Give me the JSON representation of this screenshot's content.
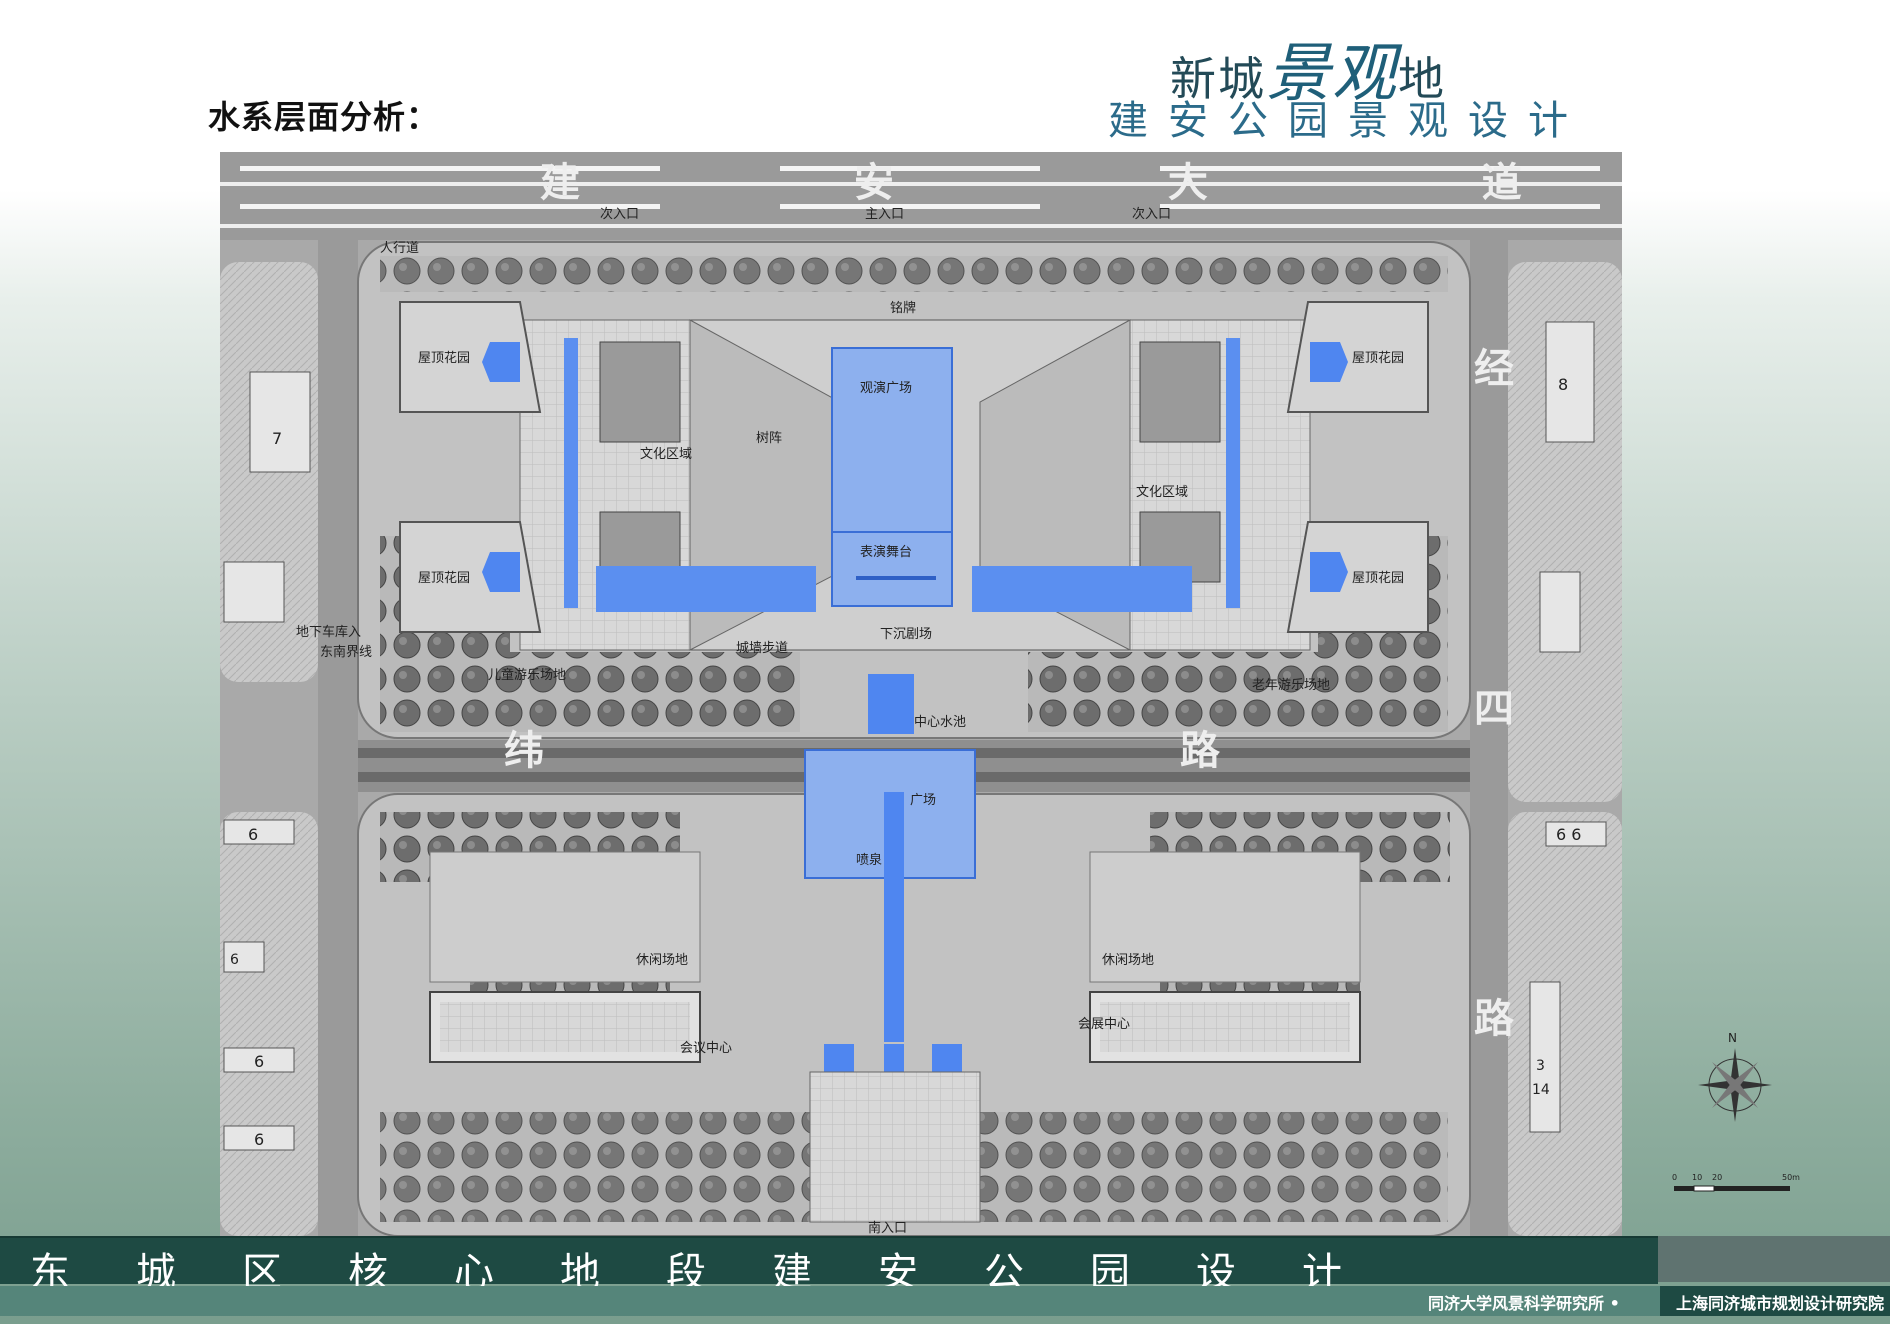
{
  "header": {
    "heading": "水系层面分析：",
    "brand_small": "新城",
    "brand_big": "景观",
    "brand_tail": "地",
    "project_title": "建安公园景观设计"
  },
  "roads": {
    "north": "建  安  大  道",
    "middle_left": "纬",
    "middle_right": "路",
    "east_1": "经",
    "east_2": "四",
    "east_3": "路"
  },
  "plan_labels": {
    "minor_entrance_left": "次入口",
    "main_entrance": "主入口",
    "minor_entrance_right": "次入口",
    "sidewalk": "人行道",
    "inscription_wall": "铭牌",
    "celebration_plaza": "观演广场",
    "performance_stage": "表演舞台",
    "roof_garden_nw": "屋顶花园",
    "roof_garden_sw": "屋顶花园",
    "roof_garden_ne": "屋顶花园",
    "roof_garden_se": "屋顶花园",
    "culture_zone_w": "文化区域",
    "culture_zone_e": "文化区域",
    "tree_array": "树阵",
    "sunken_plaza": "下沉剧场",
    "city_wall_walk": "城墙步道",
    "children_play": "儿童游乐场地",
    "elderly_play": "老年游乐场地",
    "underground_parking": "地下车库入",
    "east_boundary": "东南界线",
    "central_pond": "中心水池",
    "square": "广场",
    "fountain": "喷泉",
    "leisure_w": "休闲场地",
    "leisure_e": "休闲场地",
    "conference_center": "会议中心",
    "exhibition_center": "会展中心",
    "south_entrance": "南入口",
    "building_7": "7",
    "building_8": "8",
    "building_6a": "6",
    "building_6b": "6",
    "building_6c": "6",
    "building_6d": "6",
    "building_66": "6 6",
    "building_3": "3",
    "building_14": "14"
  },
  "scale": {
    "ticks": [
      "0",
      "10",
      "20",
      "50m"
    ],
    "north_mark": "N"
  },
  "footer": {
    "title": "东城区核心地段建安公园设计",
    "institute_left": "同济大学风景科学研究所 •",
    "institute_right": "上海同济城市规划设计研究院"
  },
  "colors": {
    "water": "#5b8ff0",
    "water_light": "#8db0ee",
    "footer_band": "#1e4a43"
  }
}
